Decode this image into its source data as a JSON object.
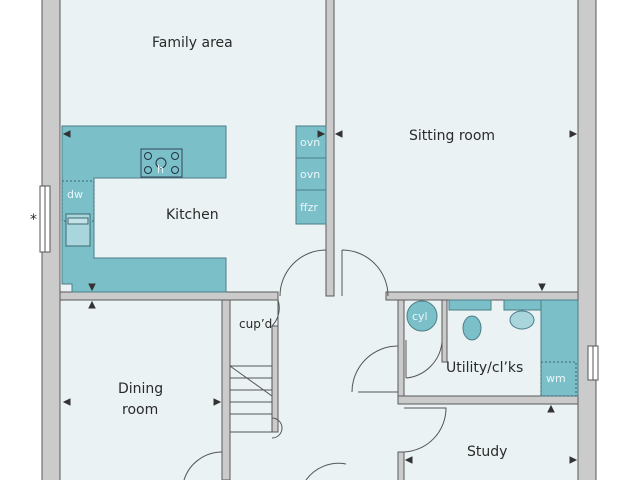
{
  "rooms": {
    "family_area": "Family area",
    "sitting_room": "Sitting room",
    "kitchen": "Kitchen",
    "dining_room_line1": "Dining",
    "dining_room_line2": "room",
    "cupboard": "cup’d",
    "utility": "Utility/cl’ks",
    "study": "Study"
  },
  "appliances": {
    "oven1": "ovn",
    "oven2": "ovn",
    "fridge_freezer": "ffzr",
    "dishwasher": "dw",
    "hob": "h",
    "cylinder": "cyl",
    "washing_machine": "wm"
  },
  "annotations": {
    "window_note": "*"
  },
  "colors": {
    "floor": "#eaf2f4",
    "units": "#7bbfc9",
    "walls": "#cbcbcb"
  }
}
